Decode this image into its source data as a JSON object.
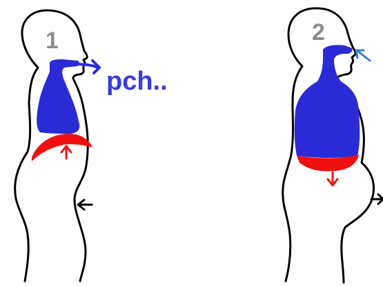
{
  "panels": [
    {
      "number": "1",
      "phase": "exhale",
      "sound": "pch..",
      "lungs_color": "#2b2bd6",
      "diaphragm_color": "#f01010",
      "diaphragm_arrow": "up",
      "belly_arrow": "inward"
    },
    {
      "number": "2",
      "phase": "inhale",
      "sound": "",
      "lungs_color": "#2b2bd6",
      "diaphragm_color": "#f01010",
      "diaphragm_arrow": "down",
      "belly_arrow": "outward"
    }
  ],
  "colors": {
    "outline": "#000000",
    "air": "#2b2bd6",
    "diaphragm": "#f01010",
    "number": "#8c8c8c",
    "background": "#ffffff"
  }
}
